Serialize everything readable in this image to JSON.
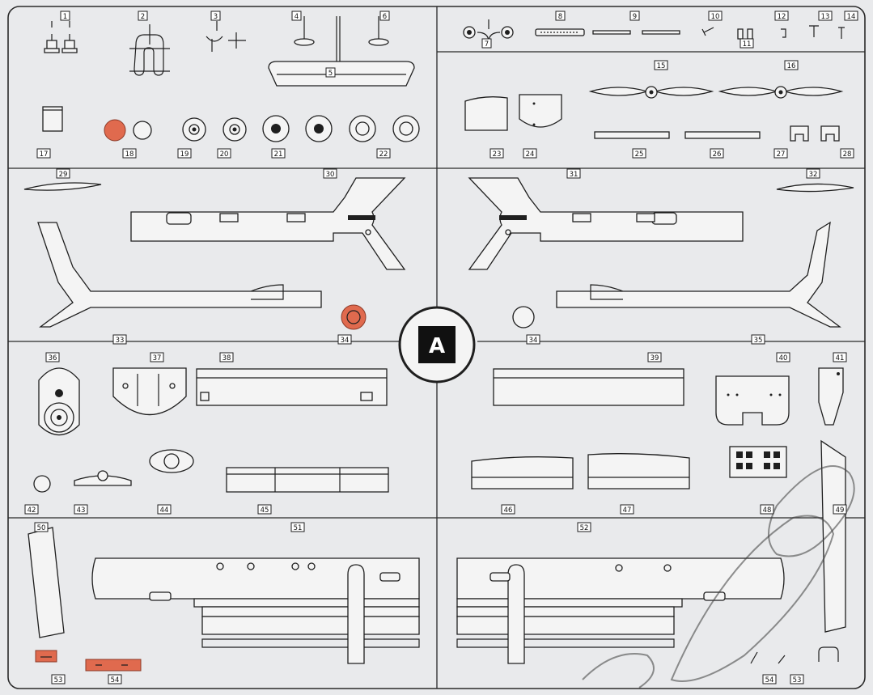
{
  "sprue_letter": "A",
  "colors": {
    "highlight": "#e06a4e",
    "background": "#e9eaec",
    "line": "#1f1f1f"
  },
  "part_numbers": [
    "1",
    "2",
    "3",
    "4",
    "5",
    "6",
    "7",
    "8",
    "9",
    "10",
    "11",
    "12",
    "13",
    "14",
    "15",
    "16",
    "17",
    "18",
    "19",
    "20",
    "21",
    "22",
    "23",
    "24",
    "25",
    "26",
    "27",
    "28",
    "29",
    "30",
    "31",
    "32",
    "33",
    "34",
    "34",
    "35",
    "36",
    "37",
    "38",
    "39",
    "40",
    "41",
    "42",
    "43",
    "44",
    "45",
    "46",
    "47",
    "48",
    "49",
    "50",
    "51",
    "52",
    "53",
    "53",
    "54",
    "54"
  ],
  "highlighted_parts": [
    "18",
    "34",
    "53",
    "54"
  ]
}
